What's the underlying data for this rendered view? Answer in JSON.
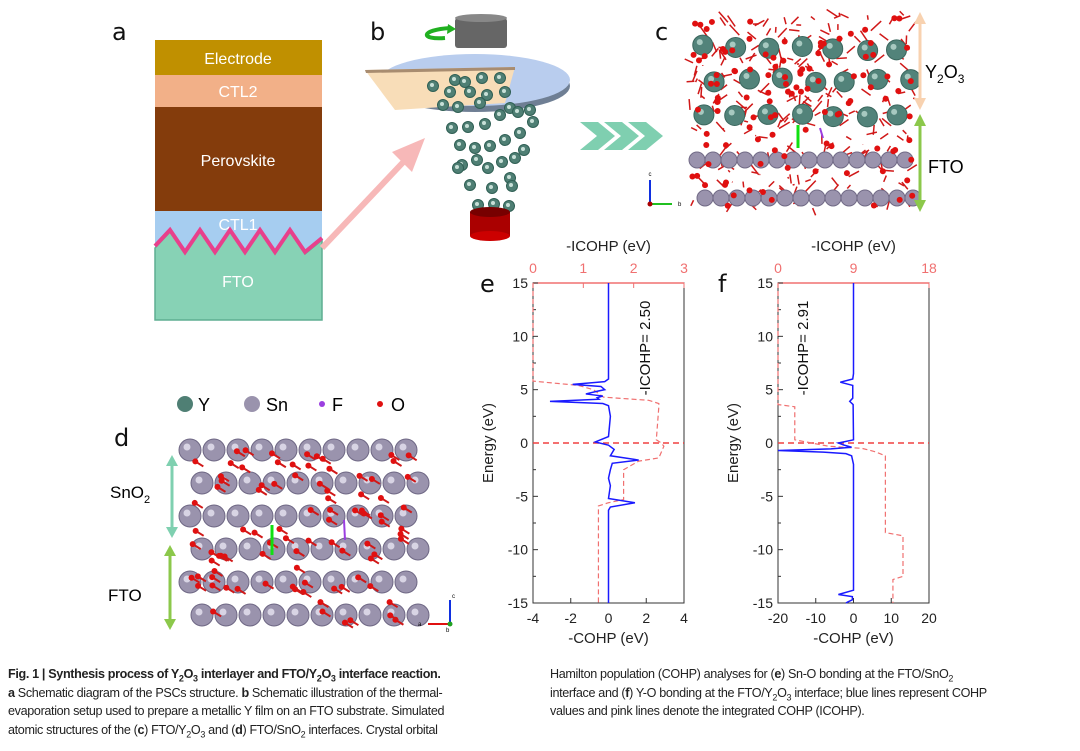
{
  "panels": {
    "a": {
      "label": "a",
      "layers": [
        "Electrode",
        "CTL2",
        "Perovskite",
        "CTL1",
        "FTO"
      ]
    },
    "b": {
      "label": "b"
    },
    "c": {
      "label": "c",
      "top_region": "Y",
      "top_region_sub": "2",
      "top_region_o": "O",
      "top_region_sub2": "3",
      "bottom_region": "FTO",
      "axes": [
        "c",
        "b"
      ]
    },
    "d": {
      "label": "d",
      "top_region": "SnO",
      "top_region_sub": "2",
      "bottom_region": "FTO",
      "axes": [
        "c",
        "a",
        "b"
      ]
    },
    "e": {
      "label": "e"
    },
    "f": {
      "label": "f"
    }
  },
  "legend": [
    {
      "symbol": "Y",
      "color": "#4f7f74"
    },
    {
      "symbol": "Sn",
      "color": "#9a93ad"
    },
    {
      "symbol": "F",
      "color": "#9b3fe0"
    },
    {
      "symbol": "O",
      "color": "#e01010"
    }
  ],
  "colors": {
    "cohp": "#1a1aff",
    "icohp": "#f07070",
    "electrode": "#c09000",
    "ctl2": "#f2b088",
    "perovskite": "#843c0c",
    "ctl1": "#a6cdf0",
    "fto": "#87d2b5"
  },
  "chart_data": [
    {
      "type": "line",
      "panel": "e",
      "xlabel": "-COHP (eV)",
      "x2label": "-ICOHP (eV)",
      "ylabel": "Energy (eV)",
      "xlim": [
        -4,
        4
      ],
      "xticks": [
        "-4",
        "-2",
        "0",
        "2",
        "4"
      ],
      "x2lim": [
        0,
        3
      ],
      "x2ticks": [
        "0",
        "1",
        "2",
        "3"
      ],
      "ylim": [
        -15,
        15
      ],
      "yticks": [
        "15",
        "10",
        "5",
        "0",
        "-5",
        "-10",
        "-15"
      ],
      "annotation": "-ICOHP= 2.50",
      "fermi_level": 0,
      "cohp": [
        [
          15,
          0
        ],
        [
          6,
          0
        ],
        [
          5.75,
          -0.2
        ],
        [
          5.5,
          -1.9
        ],
        [
          5.3,
          -0.4
        ],
        [
          5.0,
          -0.2
        ],
        [
          4.85,
          -0.6
        ],
        [
          4.6,
          -1.2
        ],
        [
          4.4,
          -0.3
        ],
        [
          4.25,
          -0.6
        ],
        [
          4.1,
          -0.5
        ],
        [
          3.9,
          -3.1
        ],
        [
          3.7,
          -0.3
        ],
        [
          3.5,
          0
        ],
        [
          2.5,
          0.1
        ],
        [
          0.6,
          0
        ],
        [
          0.1,
          -0.7
        ],
        [
          -0.2,
          0
        ],
        [
          -0.6,
          0.3
        ],
        [
          -1.2,
          0.1
        ],
        [
          -1.6,
          1.6
        ],
        [
          -1.9,
          0.2
        ],
        [
          -2.5,
          0.1
        ],
        [
          -3.3,
          0
        ],
        [
          -4,
          0.1
        ],
        [
          -5.2,
          0
        ],
        [
          -5.6,
          1.4
        ],
        [
          -6,
          0.1
        ],
        [
          -6.3,
          0
        ],
        [
          -15,
          0
        ]
      ],
      "icohp": [
        [
          15,
          0
        ],
        [
          5.8,
          0
        ],
        [
          5.4,
          0.9
        ],
        [
          5.0,
          1.2
        ],
        [
          4.3,
          1.4
        ],
        [
          4.0,
          2.3
        ],
        [
          3.7,
          2.5
        ],
        [
          3.4,
          2.5
        ],
        [
          0.3,
          2.45
        ],
        [
          0,
          2.55
        ],
        [
          -0.3,
          2.6
        ],
        [
          -1.4,
          2.5
        ],
        [
          -1.7,
          2.1
        ],
        [
          -2.1,
          1.95
        ],
        [
          -2.5,
          1.8
        ],
        [
          -5.3,
          1.8
        ],
        [
          -5.6,
          1.5
        ],
        [
          -5.9,
          1.3
        ],
        [
          -15,
          1.3
        ]
      ]
    },
    {
      "type": "line",
      "panel": "f",
      "xlabel": "-COHP (eV)",
      "x2label": "-ICOHP (eV)",
      "ylabel": "Energy (eV)",
      "xlim": [
        -20,
        20
      ],
      "xticks": [
        "-20",
        "-10",
        "0",
        "10",
        "20"
      ],
      "x2lim": [
        0,
        18
      ],
      "x2ticks": [
        "0",
        "9",
        "18"
      ],
      "ylim": [
        -15,
        15
      ],
      "yticks": [
        "15",
        "10",
        "5",
        "0",
        "-5",
        "-10",
        "-15"
      ],
      "annotation": "-ICOHP= 2.91",
      "fermi_level": 0,
      "cohp": [
        [
          15,
          0
        ],
        [
          6.5,
          0
        ],
        [
          6.0,
          -0.2
        ],
        [
          5.7,
          -3.5
        ],
        [
          5.4,
          -0.2
        ],
        [
          4.2,
          -0.2
        ],
        [
          3.9,
          -1
        ],
        [
          3.6,
          -0.1
        ],
        [
          0.3,
          0
        ],
        [
          0,
          -4
        ],
        [
          -0.2,
          -2.5
        ],
        [
          -0.4,
          -0.5
        ],
        [
          -0.55,
          -6
        ],
        [
          -0.7,
          -20
        ],
        [
          -0.85,
          -8
        ],
        [
          -1.0,
          -2
        ],
        [
          -1.2,
          -0.5
        ],
        [
          -2,
          0
        ],
        [
          -13.8,
          0
        ],
        [
          -14.2,
          -4
        ],
        [
          -14.4,
          -0.3
        ],
        [
          -14.7,
          -0.3
        ],
        [
          -14.9,
          -1.5
        ],
        [
          -15,
          -2
        ]
      ],
      "icohp": [
        [
          15,
          0
        ],
        [
          3.6,
          0
        ],
        [
          3.4,
          2
        ],
        [
          0.3,
          2
        ],
        [
          0,
          4
        ],
        [
          -0.3,
          6
        ],
        [
          -0.5,
          10
        ],
        [
          -0.8,
          11.5
        ],
        [
          -1.2,
          12.8
        ],
        [
          -8.4,
          12.8
        ],
        [
          -8.7,
          14.9
        ],
        [
          -12.5,
          14.9
        ],
        [
          -12.8,
          13.7
        ],
        [
          -15,
          13.7
        ]
      ]
    }
  ],
  "caption": {
    "left": [
      [
        {
          "t": "Fig. 1 | Synthesis process of Y",
          "b": true
        },
        {
          "t": "2",
          "b": true,
          "sub": true
        },
        {
          "t": "O",
          "b": true
        },
        {
          "t": "3",
          "b": true,
          "sub": true
        },
        {
          "t": " interlayer and FTO/Y",
          "b": true
        },
        {
          "t": "2",
          "b": true,
          "sub": true
        },
        {
          "t": "O",
          "b": true
        },
        {
          "t": "3",
          "b": true,
          "sub": true
        },
        {
          "t": " interface reaction.",
          "b": true
        }
      ],
      [
        {
          "t": "a",
          "b": true
        },
        {
          "t": " Schematic diagram of the PSCs structure. "
        },
        {
          "t": "b",
          "b": true
        },
        {
          "t": " Schematic illustration of the thermal-"
        }
      ],
      [
        {
          "t": "evaporation setup used to prepare a metallic Y film on an FTO substrate. Simulated"
        }
      ],
      [
        {
          "t": "atomic structures of the ("
        },
        {
          "t": "c",
          "b": true
        },
        {
          "t": ") FTO/Y"
        },
        {
          "t": "2",
          "sub": true
        },
        {
          "t": "O"
        },
        {
          "t": "3",
          "sub": true
        },
        {
          "t": " and ("
        },
        {
          "t": "d",
          "b": true
        },
        {
          "t": ") FTO/SnO"
        },
        {
          "t": "2",
          "sub": true
        },
        {
          "t": " interfaces. Crystal orbital"
        }
      ]
    ],
    "right": [
      [
        {
          "t": "Hamilton population (COHP) analyses for ("
        },
        {
          "t": "e",
          "b": true
        },
        {
          "t": ") Sn-O bonding at the FTO/SnO"
        },
        {
          "t": "2",
          "sub": true
        }
      ],
      [
        {
          "t": "interface and ("
        },
        {
          "t": "f",
          "b": true
        },
        {
          "t": ") Y-O bonding at the FTO/Y"
        },
        {
          "t": "2",
          "sub": true
        },
        {
          "t": "O"
        },
        {
          "t": "3",
          "sub": true
        },
        {
          "t": " interface; blue lines represent COHP"
        }
      ],
      [
        {
          "t": "values and pink lines denote the integrated COHP (ICOHP)."
        }
      ]
    ]
  }
}
